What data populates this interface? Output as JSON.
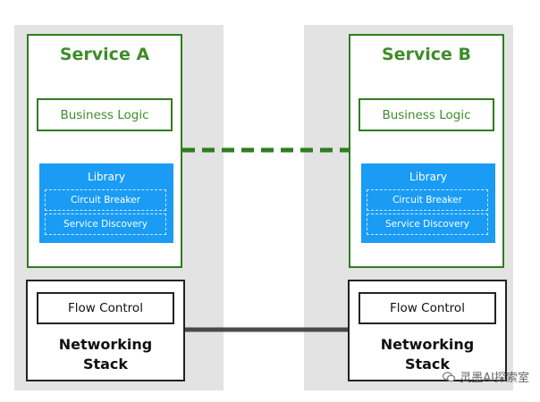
{
  "service_a": {
    "title": "Service A",
    "business_logic": "Business Logic",
    "library": {
      "title": "Library",
      "items": [
        "Circuit Breaker",
        "Service Discovery"
      ]
    },
    "flow_control": "Flow Control",
    "stack_lines": [
      "Networking",
      "Stack"
    ]
  },
  "service_b": {
    "title": "Service B",
    "business_logic": "Business Logic",
    "library": {
      "title": "Library",
      "items": [
        "Circuit Breaker",
        "Service Discovery"
      ]
    },
    "flow_control": "Flow Control",
    "stack_lines": [
      "Networking",
      "Stack"
    ]
  },
  "watermark": "灵墨AI探索室",
  "colors": {
    "green": "#2f7d1f",
    "library_blue": "#1a9cf5",
    "column_bg": "#e3e3e3",
    "stack_border": "#222222"
  }
}
